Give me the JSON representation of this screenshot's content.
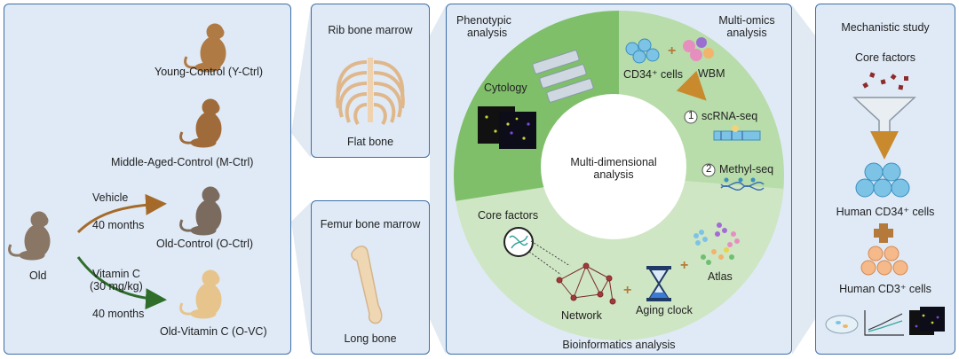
{
  "left_panel": {
    "groups": [
      {
        "label": "Young-Control (Y-Ctrl)"
      },
      {
        "label": "Middle-Aged-Control (M-Ctrl)"
      },
      {
        "label": "Old-Control (O-Ctrl)"
      },
      {
        "label": "Old-Vitamin C (O-VC)"
      }
    ],
    "old_label": "Old",
    "vehicle_label": "Vehicle",
    "vehicle_duration": "40 months",
    "vitc_label_line1": "Vitamin C",
    "vitc_label_line2": "(30 mg/kg)",
    "vitc_duration": "40 months",
    "colors": {
      "young": "#b07a45",
      "middle": "#a06b3a",
      "old": "#7b6b5e",
      "vitc": "#e7c48c",
      "vehicle_arrow": "#a56a2a",
      "vitc_arrow": "#2e6d2a"
    }
  },
  "bone_panel": {
    "rib_title": "Rib bone marrow",
    "rib_caption": "Flat bone",
    "femur_title": "Femur bone marrow",
    "femur_caption": "Long bone"
  },
  "center_panel": {
    "center_line1": "Multi-dimensional",
    "center_line2": "analysis",
    "phenotypic_line1": "Phenotypic",
    "phenotypic_line2": "analysis",
    "multiomics_line1": "Multi-omics",
    "multiomics_line2": "analysis",
    "cytology": "Cytology",
    "cd34_cells": "CD34⁺ cells",
    "wbm": "WBM",
    "scrna_num": "1",
    "scrna": "scRNA-seq",
    "methyl_num": "2",
    "methyl": "Methyl-seq",
    "core_factors": "Core factors",
    "network": "Network",
    "aging_clock": "Aging clock",
    "atlas": "Atlas",
    "bioinformatics": "Bioinformatics analysis",
    "plus": "+",
    "colors": {
      "green_dark": "#7fbf6a",
      "green_light": "#b8dcaa",
      "green_pale": "#cfe6c4"
    }
  },
  "right_panel": {
    "title": "Mechanistic study",
    "core_factors": "Core factors",
    "human_cd34": "Human CD34⁺ cells",
    "plus": "+",
    "human_cd3": "Human CD3⁺ cells",
    "colors": {
      "cd34": "#7cc3e6",
      "cd3": "#f6b98a",
      "plus": "#b57a3a"
    }
  }
}
